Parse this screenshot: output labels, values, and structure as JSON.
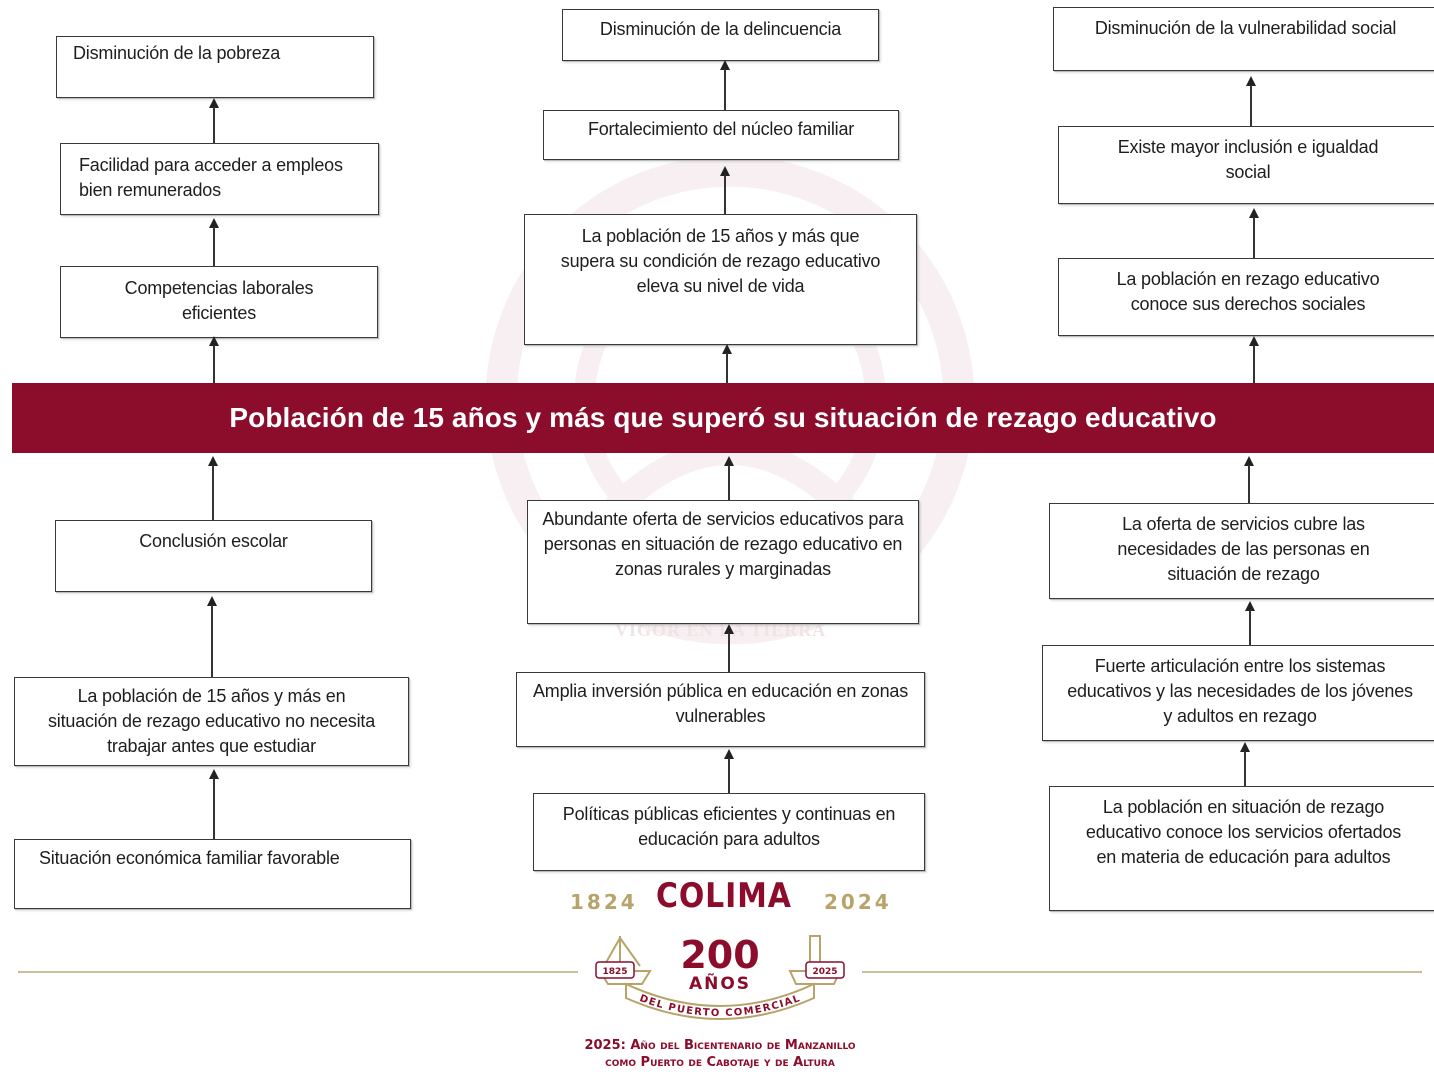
{
  "banner": "Población de 15 años y más que superó su situación de rezago educativo",
  "effects": {
    "left": [
      "Disminución de la pobreza",
      "Facilidad para acceder a empleos bien remunerados",
      "Competencias laborales eficientes"
    ],
    "center": [
      "Disminución de la delincuencia",
      "Fortalecimiento del núcleo familiar",
      "La población de 15 años y más que supera su condición de rezago educativo eleva su nivel de vida"
    ],
    "right": [
      "Disminución de la vulnerabilidad social",
      "Existe mayor inclusión e igualdad social",
      "La población en rezago educativo conoce sus derechos sociales"
    ]
  },
  "means": {
    "left": [
      "Conclusión escolar",
      "La población de 15 años y más en situación de rezago educativo no necesita trabajar antes que estudiar",
      "Situación económica familiar favorable"
    ],
    "center": [
      "Abundante oferta de servicios educativos para personas en situación de rezago educativo en zonas rurales y marginadas",
      "Amplia inversión pública en educación en zonas vulnerables",
      "Políticas públicas eficientes y continuas en educación para adultos"
    ],
    "right": [
      "La oferta de servicios cubre las necesidades de las personas en situación de rezago",
      "Fuerte articulación entre los sistemas educativos y las necesidades de los jóvenes y adultos en rezago",
      "La población en situación de rezago educativo conoce los servicios ofertados en materia de educación para adultos"
    ]
  },
  "watermark_text": "VIGOR EN LA TIERRA",
  "footer": {
    "year_start": "1824",
    "brand": "COLIMA",
    "year_end": "2024",
    "emblem_number": "200",
    "emblem_word": "AÑOS",
    "emblem_year_left": "1825",
    "emblem_year_right": "2025",
    "emblem_ribbon": "DEL PUERTO COMERCIAL",
    "caption_line1": "2025: Año del Bicentenario de Manzanillo",
    "caption_line2": "como Puerto de Cabotaje y de Altura"
  },
  "colors": {
    "banner": "#8b0c2b",
    "gold": "#b8a46a"
  }
}
